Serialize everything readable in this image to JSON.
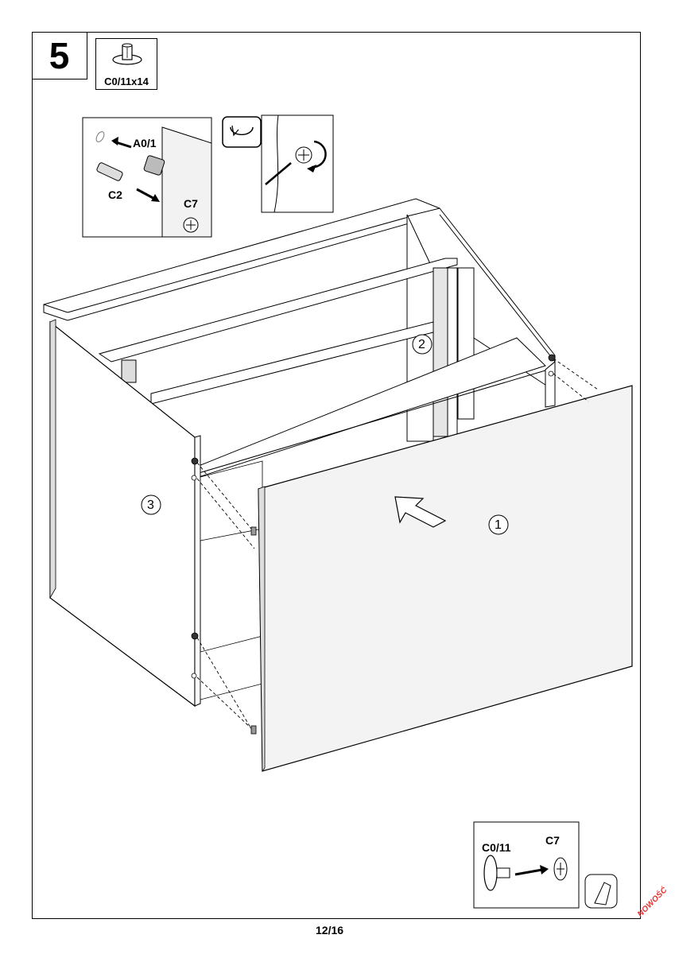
{
  "step": {
    "number": "5"
  },
  "parts": {
    "label": "C0/11x14"
  },
  "inset_left": {
    "a_label": "A0/1",
    "c2_label": "C2",
    "c7_label": "C7"
  },
  "inset_bottom": {
    "c011_label": "C0/11",
    "c7_label": "C7"
  },
  "callouts": {
    "one": "1",
    "two": "2",
    "three": "3"
  },
  "footer": {
    "page_number": "12/16"
  },
  "stamp": {
    "text": "NOWOŚĆ"
  }
}
